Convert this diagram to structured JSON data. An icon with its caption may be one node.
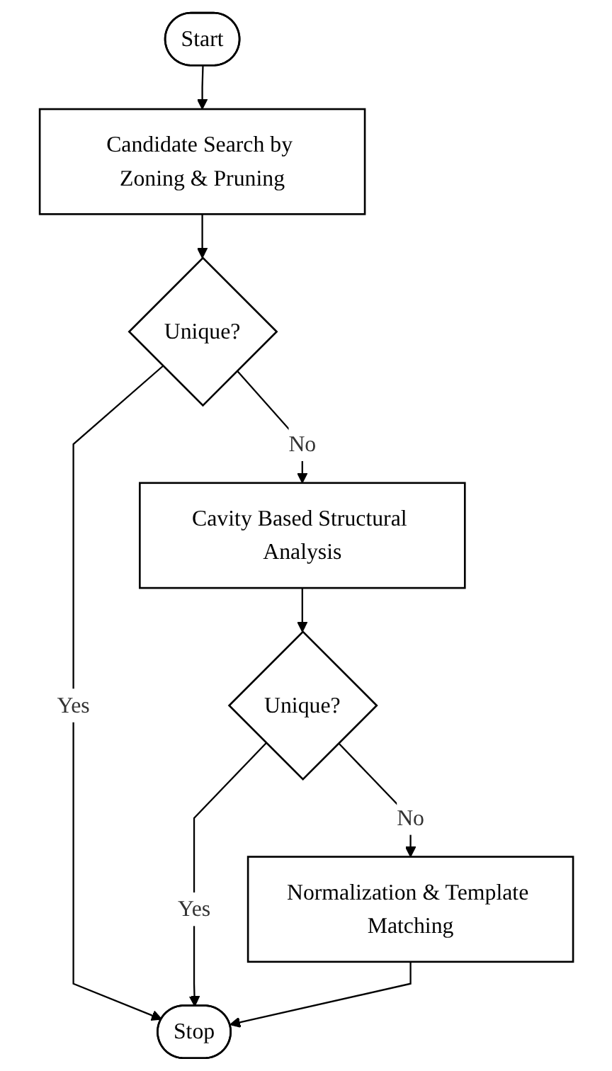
{
  "diagram": {
    "nodes": [
      {
        "text": [
          "Start"
        ]
      },
      {
        "text": [
          "Candidate Search by Zoning & Pruning"
        ]
      },
      {
        "text": [
          "Unique?"
        ]
      },
      {
        "text": [
          "Cavity Based Structural Analysis"
        ]
      },
      {
        "text": [
          "Unique?"
        ]
      },
      {
        "text": [
          "Normalization & Template Matching"
        ]
      },
      {
        "text": [
          "Stop"
        ]
      }
    ],
    "edges": [
      {
        "from": 0,
        "to": 1,
        "arrow": "to"
      },
      {
        "from": 1,
        "to": 2,
        "arrow": "to"
      },
      {
        "from": 2,
        "to": 6,
        "label": "Yes",
        "arrow": "to"
      },
      {
        "from": 2,
        "to": 3,
        "label": "No",
        "arrow": "to"
      },
      {
        "from": 3,
        "to": 4,
        "arrow": "to"
      },
      {
        "from": 4,
        "to": 6,
        "label": "Yes",
        "arrow": "to"
      },
      {
        "from": 4,
        "to": 5,
        "label": "No",
        "arrow": "to"
      },
      {
        "from": 5,
        "to": 6,
        "arrow": "to"
      }
    ]
  }
}
